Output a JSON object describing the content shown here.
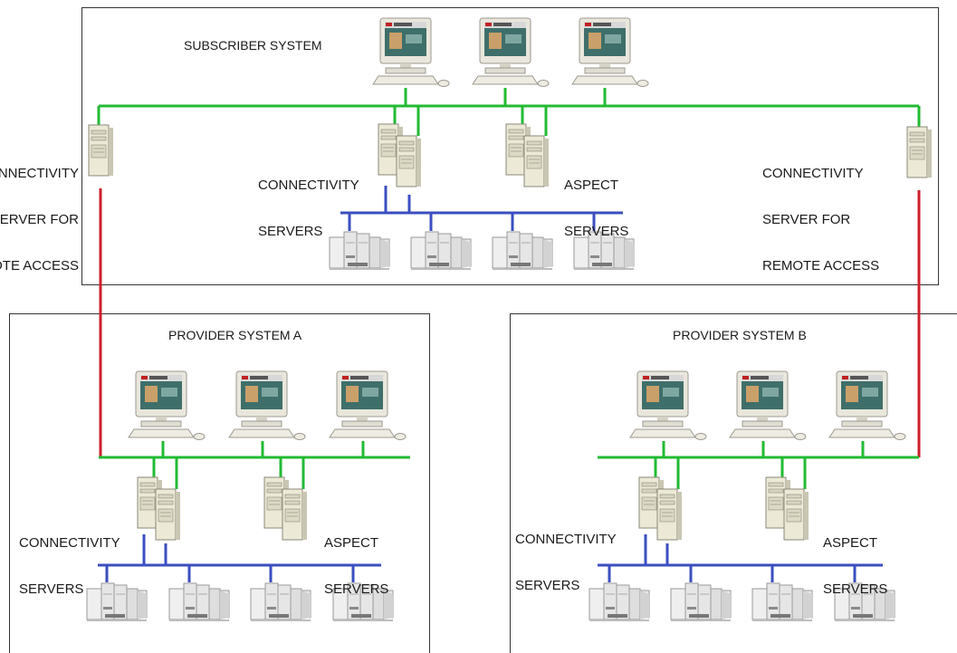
{
  "systems": {
    "subscriber": {
      "title": "SUBSCRIBER SYSTEM",
      "left_remote": [
        "CONNECTIVITY",
        "SERVER FOR",
        "REMOTE ACCESS"
      ],
      "connectivity": [
        "CONNECTIVITY",
        "SERVERS"
      ],
      "aspect": [
        "ASPECT",
        "SERVERS"
      ],
      "right_remote": [
        "CONNECTIVITY",
        "SERVER FOR",
        "REMOTE ACCESS"
      ]
    },
    "provider_a": {
      "title": "PROVIDER SYSTEM A",
      "connectivity": [
        "CONNECTIVITY",
        "SERVERS"
      ],
      "aspect": [
        "ASPECT",
        "SERVERS"
      ]
    },
    "provider_b": {
      "title": "PROVIDER SYSTEM B",
      "connectivity": [
        "CONNECTIVITY",
        "SERVERS"
      ],
      "aspect": [
        "ASPECT",
        "SERVERS"
      ]
    }
  },
  "colors": {
    "client_network": "#22bb33",
    "control_network": "#3a4fc0",
    "remote_link": "#cc1f2a",
    "box_border": "#333333"
  },
  "icons": [
    "workstation-icon",
    "server-icon",
    "controller-icon"
  ]
}
